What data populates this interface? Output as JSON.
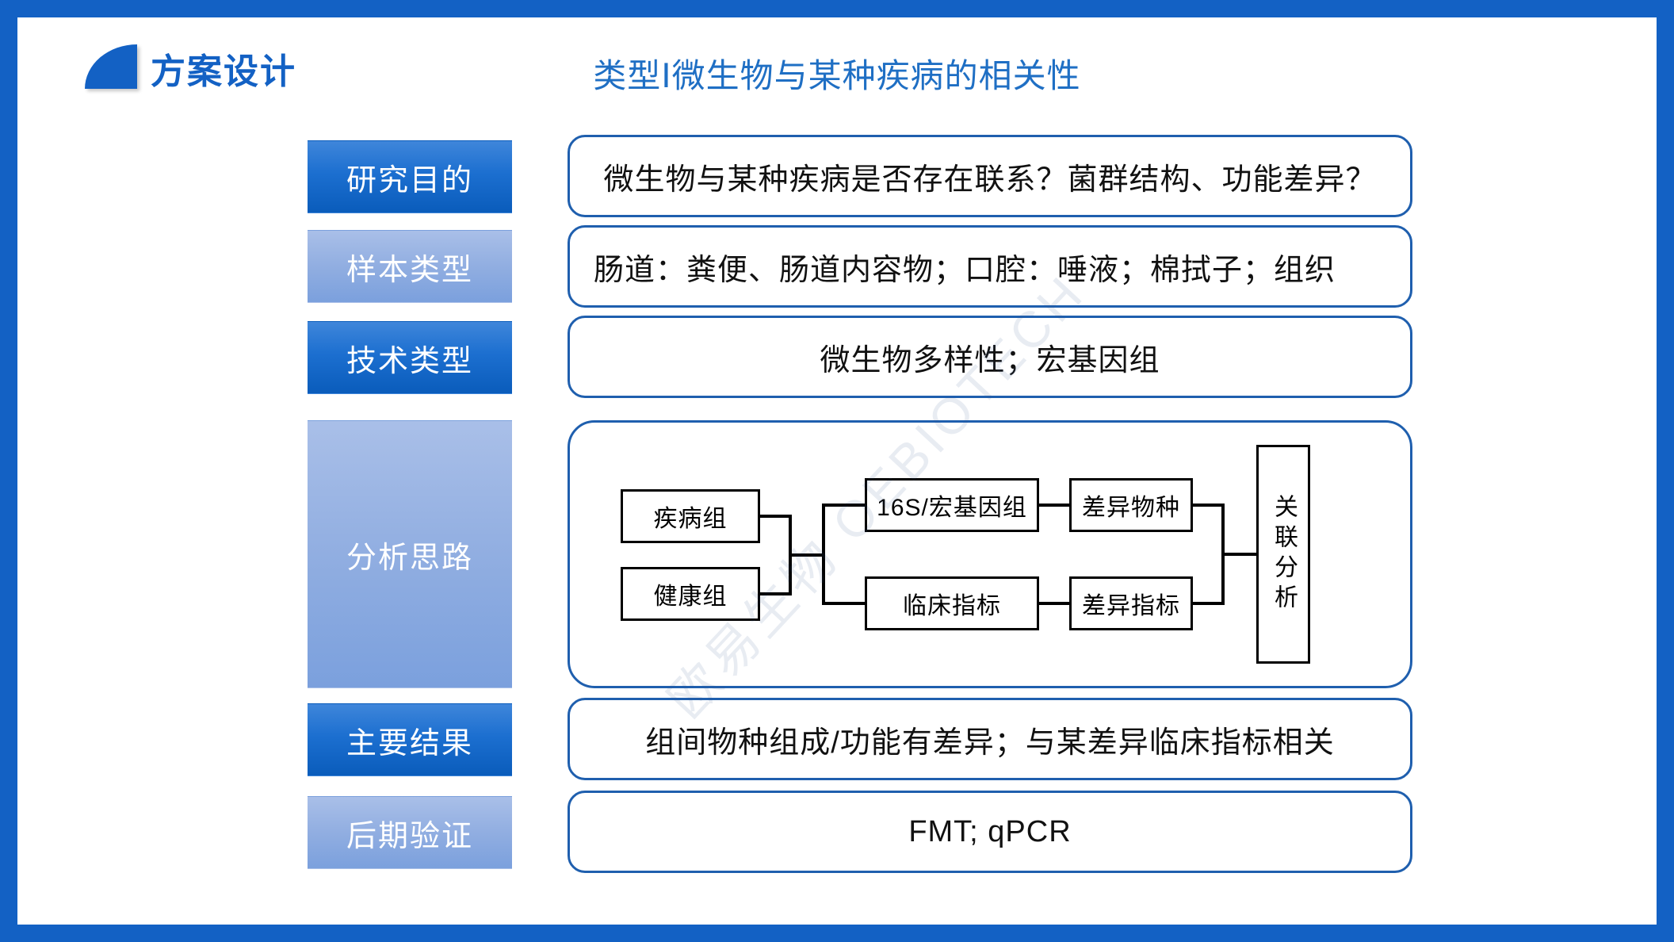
{
  "slide": {
    "logo_label": "方案设计",
    "logo_icon": "quarter-circle-logo",
    "title": "类型Ⅰ微生物与某种疾病的相关性",
    "watermark": "欧易生物 OEBIOTECH",
    "accent_color": "#1361c4",
    "title_color": "#1f6fc4",
    "box_border_color": "#1f5fae"
  },
  "rows": [
    {
      "label": "研究目的",
      "style": "dark",
      "content": "微生物与某种疾病是否存在联系？菌群结构、功能差异？",
      "align": "center"
    },
    {
      "label": "样本类型",
      "style": "light",
      "content": "肠道：粪便、肠道内容物；口腔：唾液；棉拭子；组织",
      "align": "left"
    },
    {
      "label": "技术类型",
      "style": "dark",
      "content": "微生物多样性；宏基因组",
      "align": "center"
    },
    {
      "label": "分析思路",
      "style": "light",
      "content": "",
      "align": "center"
    },
    {
      "label": "主要结果",
      "style": "dark",
      "content": "组间物种组成/功能有差异；与某差异临床指标相关",
      "align": "center"
    },
    {
      "label": "后期验证",
      "style": "light",
      "content": "FMT; qPCR",
      "align": "center"
    }
  ],
  "flow": {
    "nodes": {
      "disease": "疾病组",
      "healthy": "健康组",
      "omics": "16S/宏基因组",
      "clinical": "临床指标",
      "diff_species": "差异物种",
      "diff_index": "差异指标",
      "correlation": "关联分析"
    }
  }
}
